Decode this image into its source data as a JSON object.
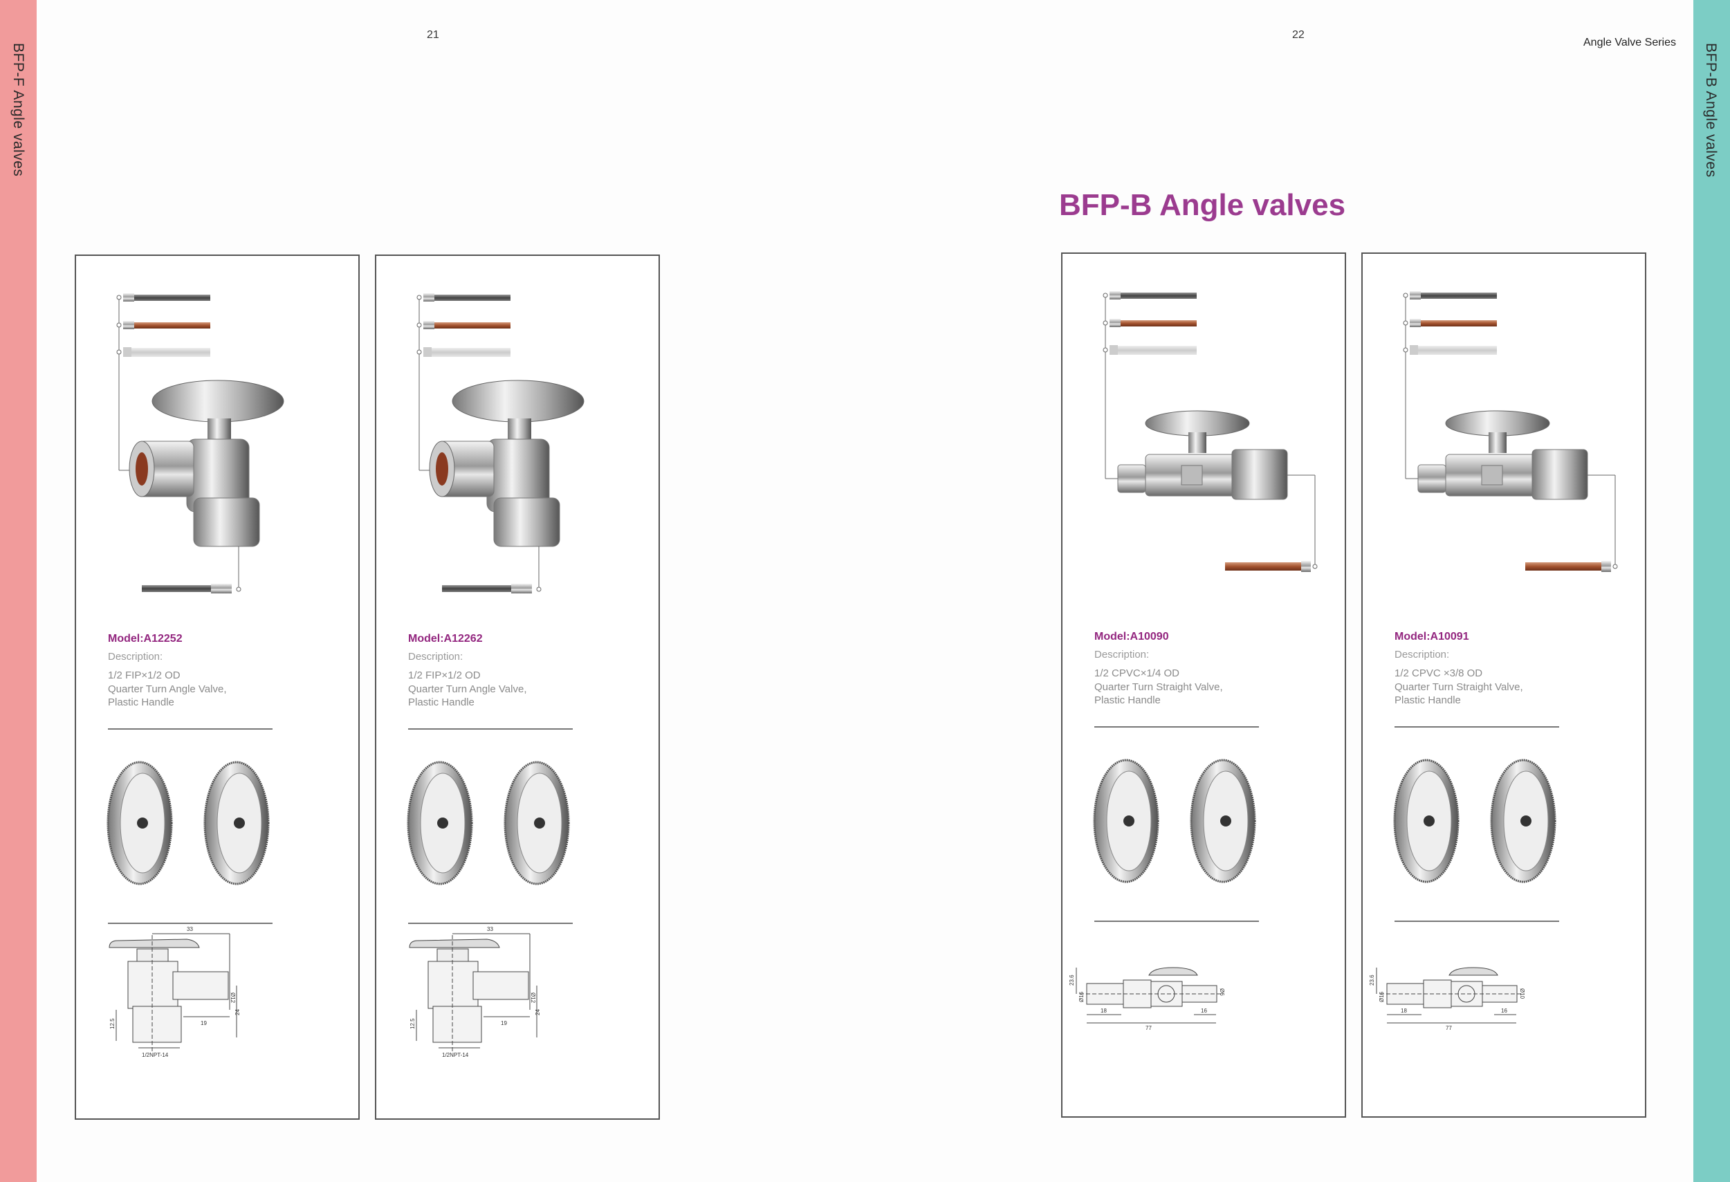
{
  "left_page": {
    "page_number": "21",
    "side_label": "BFP-F Angle valves"
  },
  "right_page": {
    "page_number": "22",
    "side_label": "BFP-B Angle valves",
    "header": "Angle Valve Series",
    "title": "BFP-B Angle valves"
  },
  "colors": {
    "left_stripe": "#f19b9b",
    "right_stripe": "#7ccdc5",
    "accent": "#93267f"
  },
  "cards": [
    {
      "model": "Model:A12252",
      "description_label": "Description:",
      "description": [
        "1/2 FIP×1/2 OD",
        "Quarter Turn Angle Valve,",
        "Plastic Handle"
      ],
      "type": "angle",
      "dims": {
        "top": "33",
        "dia": "Ø12",
        "right": "24",
        "bottom": "19",
        "left": "12.5",
        "thread": "1/2NPT-14"
      }
    },
    {
      "model": "Model:A12262",
      "description_label": "Description:",
      "description": [
        "1/2 FIP×1/2 OD",
        "Quarter Turn Angle Valve,",
        "Plastic Handle"
      ],
      "type": "angle",
      "dims": {
        "top": "33",
        "dia": "Ø12",
        "right": "24",
        "bottom": "19",
        "left": "12.5",
        "thread": "1/2NPT-14"
      }
    },
    {
      "model": "Model:A10090",
      "description_label": "Description:",
      "description": [
        "1/2 CPVC×1/4 OD",
        "Quarter Turn Straight Valve,",
        "Plastic Handle"
      ],
      "type": "straight",
      "dims": {
        "height": "23.6",
        "dia_in": "Ø16",
        "dia_out": "Ø6",
        "left": "18",
        "right": "16",
        "total": "77"
      }
    },
    {
      "model": "Model:A10091",
      "description_label": "Description:",
      "description": [
        "1/2 CPVC ×3/8 OD",
        "Quarter Turn Straight Valve,",
        "Plastic Handle"
      ],
      "type": "straight",
      "dims": {
        "height": "23.6",
        "dia_in": "Ø16",
        "dia_out": "Ø10",
        "left": "18",
        "right": "16",
        "total": "77"
      }
    }
  ]
}
